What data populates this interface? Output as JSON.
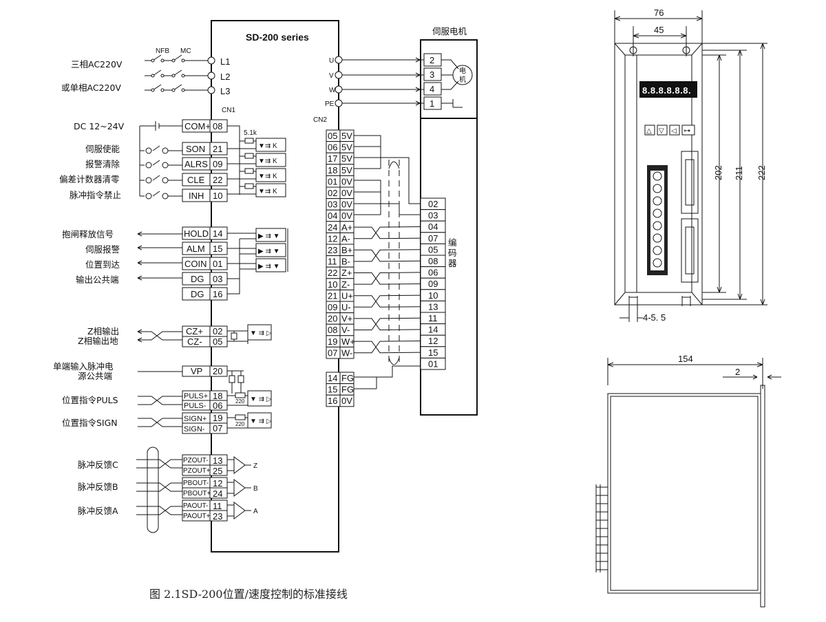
{
  "caption": "图 2.1SD-200位置/速度控制的标准接线",
  "drive": {
    "title": "SD-200 series",
    "cn1_label": "CN1",
    "cn2_label": "CN2",
    "nfb": "NFB",
    "mc": "MC",
    "resistor_5k": "5.1k",
    "r220": "220"
  },
  "power": {
    "labels": [
      "三相AC220V",
      "或单相AC220V"
    ],
    "terminals": [
      "L1",
      "L2",
      "L3"
    ]
  },
  "dc_supply": "DC 12~24V",
  "inputs": [
    {
      "label": "",
      "signal": "COM+",
      "pin": "08"
    },
    {
      "label": "伺服使能",
      "signal": "SON",
      "pin": "21"
    },
    {
      "label": "报警清除",
      "signal": "ALRS",
      "pin": "09"
    },
    {
      "label": "偏差计数器清零",
      "signal": "CLE",
      "pin": "22"
    },
    {
      "label": "脉冲指令禁止",
      "signal": "INH",
      "pin": "10"
    }
  ],
  "outputs": [
    {
      "label": "抱闸释放信号",
      "signal": "HOLD",
      "pin": "14"
    },
    {
      "label": "伺服报警",
      "signal": "ALM",
      "pin": "15"
    },
    {
      "label": "位置到达",
      "signal": "COIN",
      "pin": "01"
    },
    {
      "label": "输出公共端",
      "signal": "DG",
      "pin": "03"
    },
    {
      "label": "",
      "signal": "DG",
      "pin": "16"
    }
  ],
  "z_output": {
    "labels": [
      "Z相输出",
      "Z相输出地"
    ],
    "pins": [
      {
        "signal": "CZ+",
        "pin": "02"
      },
      {
        "signal": "CZ-",
        "pin": "05"
      }
    ]
  },
  "single_end": {
    "labels": [
      "单端输入脉冲电",
      "源公共端"
    ],
    "signal": "VP",
    "pin": "20"
  },
  "pulse_cmd": [
    {
      "label": "位置指令PULS",
      "pins": [
        {
          "signal": "PULS+",
          "pin": "18"
        },
        {
          "signal": "PULS-",
          "pin": "06"
        }
      ]
    },
    {
      "label": "位置指令SIGN",
      "pins": [
        {
          "signal": "SIGN+",
          "pin": "19"
        },
        {
          "signal": "SIGN-",
          "pin": "07"
        }
      ]
    }
  ],
  "feedback": [
    {
      "label": "脉冲反馈C",
      "channel": "Z",
      "pins": [
        {
          "signal": "PZOUT-",
          "pin": "13"
        },
        {
          "signal": "PZOUT+",
          "pin": "25"
        }
      ]
    },
    {
      "label": "脉冲反馈B",
      "channel": "B",
      "pins": [
        {
          "signal": "PBOUT-",
          "pin": "12"
        },
        {
          "signal": "PBOUT+",
          "pin": "24"
        }
      ]
    },
    {
      "label": "脉冲反馈A",
      "channel": "A",
      "pins": [
        {
          "signal": "PAOUT-",
          "pin": "11"
        },
        {
          "signal": "PAOUT+",
          "pin": "23"
        }
      ]
    }
  ],
  "motor": {
    "title": "伺服电机",
    "motor_text": [
      "电",
      "机"
    ],
    "phases": [
      {
        "label": "U",
        "pin": "2"
      },
      {
        "label": "V",
        "pin": "3"
      },
      {
        "label": "W",
        "pin": "4"
      },
      {
        "label": "PE",
        "pin": "1"
      }
    ],
    "encoder_label": [
      "编",
      "码",
      "器"
    ],
    "encoder_pins": [
      "02",
      "03",
      "04",
      "07",
      "05",
      "08",
      "06",
      "09",
      "10",
      "13",
      "11",
      "14",
      "12",
      "15",
      "01"
    ]
  },
  "cn2_pins": [
    {
      "pin": "05",
      "signal": "5V"
    },
    {
      "pin": "06",
      "signal": "5V"
    },
    {
      "pin": "17",
      "signal": "5V"
    },
    {
      "pin": "18",
      "signal": "5V"
    },
    {
      "pin": "01",
      "signal": "0V"
    },
    {
      "pin": "02",
      "signal": "0V"
    },
    {
      "pin": "03",
      "signal": "0V"
    },
    {
      "pin": "04",
      "signal": "0V"
    },
    {
      "pin": "24",
      "signal": "A+"
    },
    {
      "pin": "12",
      "signal": "A-"
    },
    {
      "pin": "23",
      "signal": "B+"
    },
    {
      "pin": "11",
      "signal": "B-"
    },
    {
      "pin": "22",
      "signal": "Z+"
    },
    {
      "pin": "10",
      "signal": "Z-"
    },
    {
      "pin": "21",
      "signal": "U+"
    },
    {
      "pin": "09",
      "signal": "U-"
    },
    {
      "pin": "20",
      "signal": "V+"
    },
    {
      "pin": "08",
      "signal": "V-"
    },
    {
      "pin": "19",
      "signal": "W+"
    },
    {
      "pin": "07",
      "signal": "W-"
    },
    {
      "pin": "14",
      "signal": "FG"
    },
    {
      "pin": "15",
      "signal": "FG"
    },
    {
      "pin": "16",
      "signal": "0V"
    }
  ],
  "dimensions": {
    "front": [
      "76",
      "45",
      "202",
      "211",
      "222",
      "4-5. 5"
    ],
    "side": [
      "154",
      "2"
    ],
    "display": "8.8.8.8.8.8."
  }
}
